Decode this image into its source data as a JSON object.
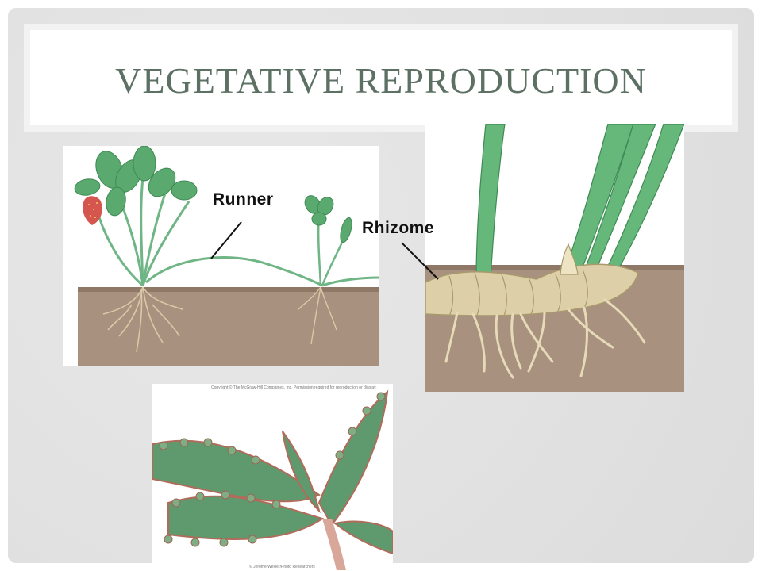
{
  "slide": {
    "title": "VEGETATIVE REPRODUCTION",
    "colors": {
      "title": "#5c7064",
      "background": "#e2e2e2",
      "soil": "#a38c7a",
      "leaf": "#5aa96e",
      "rhizome": "#ddd0a8"
    }
  },
  "figures": {
    "strawberry": {
      "label": "Runner"
    },
    "rhizome": {
      "label": "Rhizome"
    },
    "kalanchoe": {
      "copyright": "Copyright © The McGraw-Hill Companies, Inc. Permission required for reproduction or display.",
      "credit": "© Jerome Wexler/Photo Researchers"
    }
  }
}
